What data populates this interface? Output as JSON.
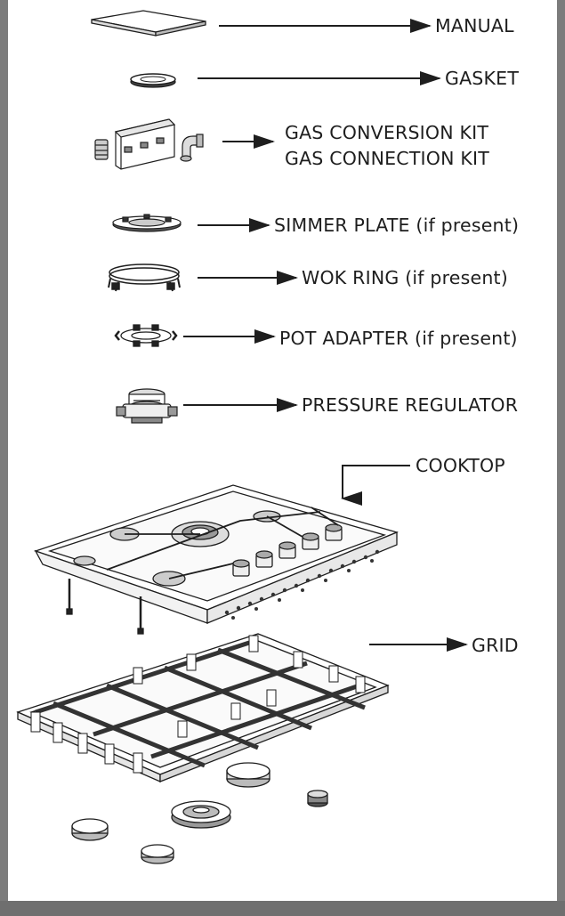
{
  "labels": {
    "manual": "MANUAL",
    "gasket": "GASKET",
    "gas_conversion_kit": "GAS CONVERSION KIT",
    "gas_connection_kit": "GAS CONNECTION KIT",
    "simmer_plate": "SIMMER PLATE (if present)",
    "wok_ring": "WOK RING (if present)",
    "pot_adapter": "POT ADAPTER (if present)",
    "pressure_regulator": "PRESSURE REGULATOR",
    "cooktop": "COOKTOP",
    "grid": "GRID"
  },
  "colors": {
    "border": "#7c7c7c",
    "line": "#1e1e1e",
    "text": "#1e1e1e"
  },
  "icons": [
    "manual-icon",
    "gasket-icon",
    "gas-kit-icon",
    "simmer-plate-icon",
    "wok-ring-icon",
    "pot-adapter-icon",
    "pressure-regulator-icon",
    "cooktop-drawing",
    "grid-drawing",
    "burner-caps-drawing"
  ]
}
